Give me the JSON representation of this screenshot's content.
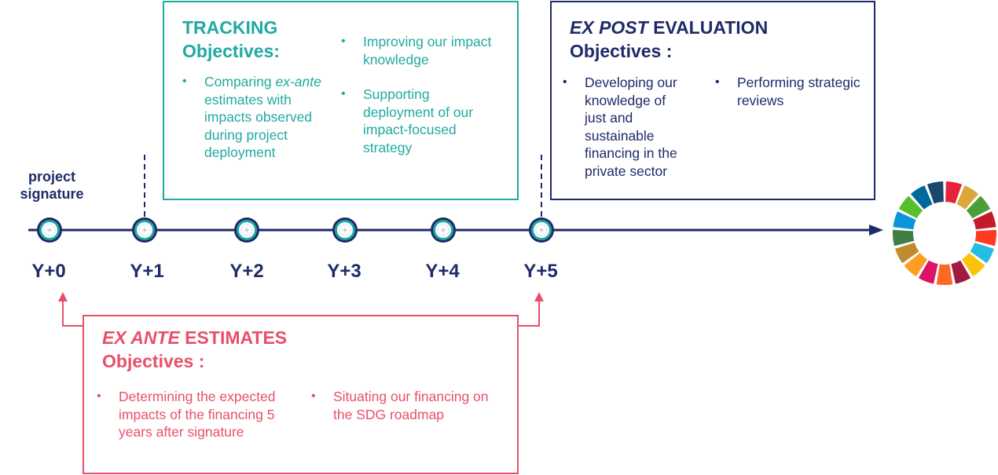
{
  "timeline": {
    "start_label": "project signature",
    "years": [
      "Y+0",
      "Y+1",
      "Y+2",
      "Y+3",
      "Y+4",
      "Y+5"
    ]
  },
  "tracking": {
    "title_line1": "TRACKING",
    "title_line2": "Objectives:",
    "col1_item1_a": "Comparing ",
    "col1_item1_italic": "ex-ante",
    "col1_item1_b": " estimates with impacts observed during project deployment",
    "col2_item1": "Improving our impact knowledge",
    "col2_item2": "Supporting deployment of our impact-focused strategy"
  },
  "ex_post": {
    "title_italic": "EX POST",
    "title_rest": " EVALUATION",
    "title_line2": "Objectives :",
    "col1_item1": "Developing our knowledge of just and sustainable financing in the private sector",
    "col2_item1": "Performing strategic reviews"
  },
  "ex_ante": {
    "title_italic": "EX ANTE",
    "title_rest": " ESTIMATES",
    "title_line2": "Objectives :",
    "col1_item1": "Determining the expected impacts of the financing 5 years after signature",
    "col2_item1": "Situating our financing on the SDG roadmap"
  },
  "colors": {
    "navy": "#1f2a6a",
    "teal": "#20aaa0",
    "pink": "#e8506a",
    "sdg_wheel": [
      "#e5243b",
      "#dda63a",
      "#4c9f38",
      "#c5192d",
      "#ff3a21",
      "#26bde2",
      "#fcc30b",
      "#a21942",
      "#fd6925",
      "#dd1367",
      "#fd9d24",
      "#bf8b2e",
      "#3f7e44",
      "#0a97d9",
      "#56c02b",
      "#00689d",
      "#19486a"
    ]
  },
  "icons": {
    "sdg": "sdg-wheel-icon",
    "timeline_node": "timeline-node-icon",
    "arrow": "arrow-head-icon"
  }
}
